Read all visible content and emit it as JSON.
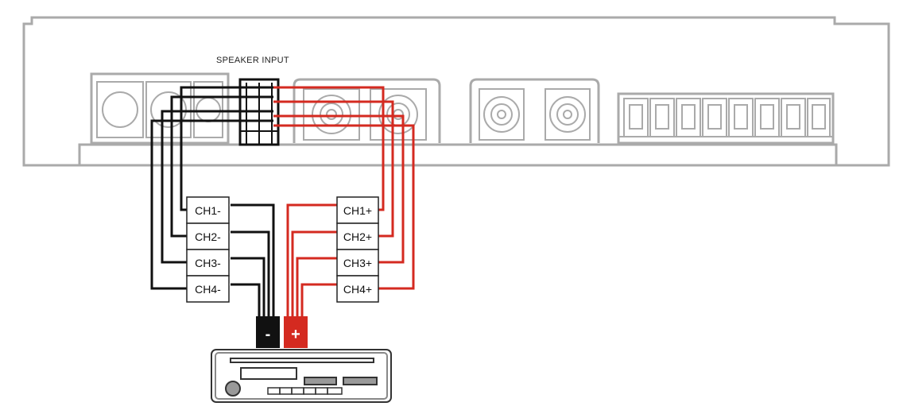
{
  "header_label": "SPEAKER INPUT",
  "negative_terminals": [
    "CH1-",
    "CH2-",
    "CH3-",
    "CH4-"
  ],
  "positive_terminals": [
    "CH1+",
    "CH2+",
    "CH3+",
    "CH4+"
  ],
  "negative_plug_label": "-",
  "positive_plug_label": "+",
  "colors": {
    "negative_wire": "#111111",
    "positive_wire": "#d42a20",
    "outline": "#aaaaaa",
    "terminal_border": "#222222"
  }
}
